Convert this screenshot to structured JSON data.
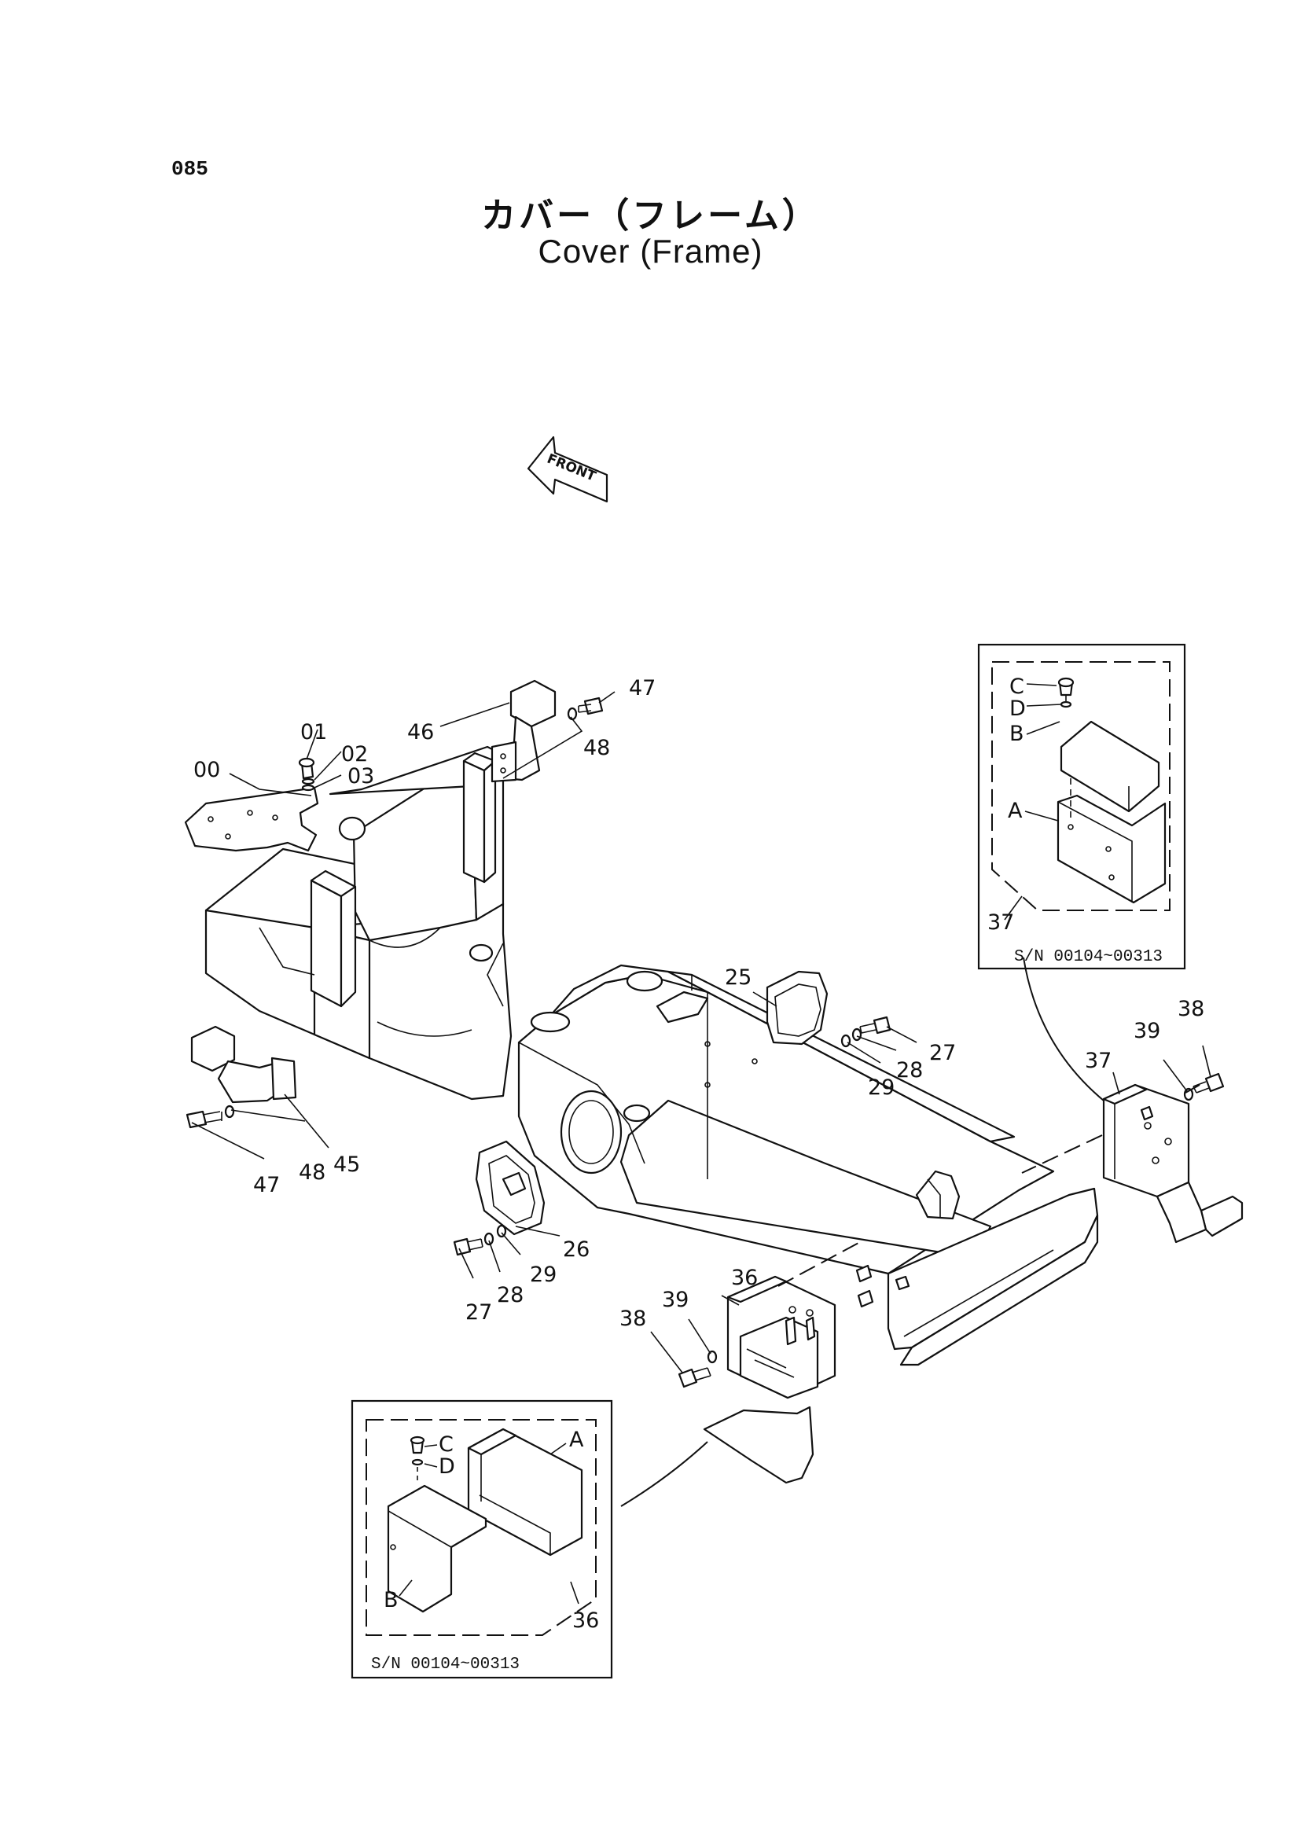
{
  "page_number": "085",
  "title_jp": "カバー（フレーム）",
  "title_en": "Cover (Frame)",
  "front_arrow": "FRONT",
  "callouts": {
    "c00": "00",
    "c01": "01",
    "c02": "02",
    "c03": "03",
    "c46": "46",
    "c47_top": "47",
    "c48_top": "48",
    "c25": "25",
    "c27_r": "27",
    "c28_r": "28",
    "c29_r": "29",
    "c45": "45",
    "c48_l": "48",
    "c47_l": "47",
    "c26": "26",
    "c29_l": "29",
    "c28_l": "28",
    "c27_l": "27",
    "c36": "36",
    "c39_b": "39",
    "c38_b": "38",
    "c37": "37",
    "c39_r": "39",
    "c38_r": "38"
  },
  "inset_top": {
    "labels": {
      "c": "C",
      "d": "D",
      "b": "B",
      "a": "A",
      "ref": "37"
    },
    "serial": "S/N  00104~00313"
  },
  "inset_bottom": {
    "labels": {
      "c": "C",
      "d": "D",
      "a": "A",
      "b": "B",
      "ref": "36"
    },
    "serial": "S/N  00104~00313"
  }
}
